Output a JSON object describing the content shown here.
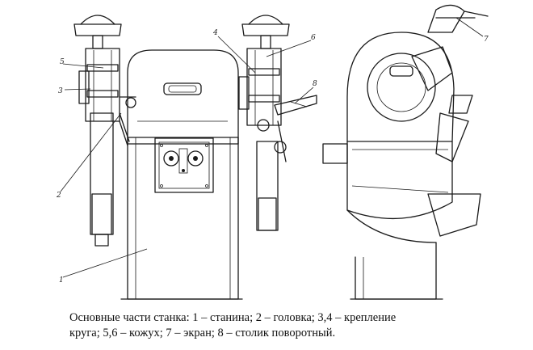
{
  "figure": {
    "labels": [
      "1",
      "2",
      "3",
      "4",
      "5",
      "6",
      "7",
      "8"
    ]
  },
  "caption": {
    "line1": "Основные части станка: 1 – станина; 2 – головка; 3,4 – крепление",
    "line2": "круга; 5,6 – кожух; 7 – экран; 8 – столик поворотный."
  }
}
